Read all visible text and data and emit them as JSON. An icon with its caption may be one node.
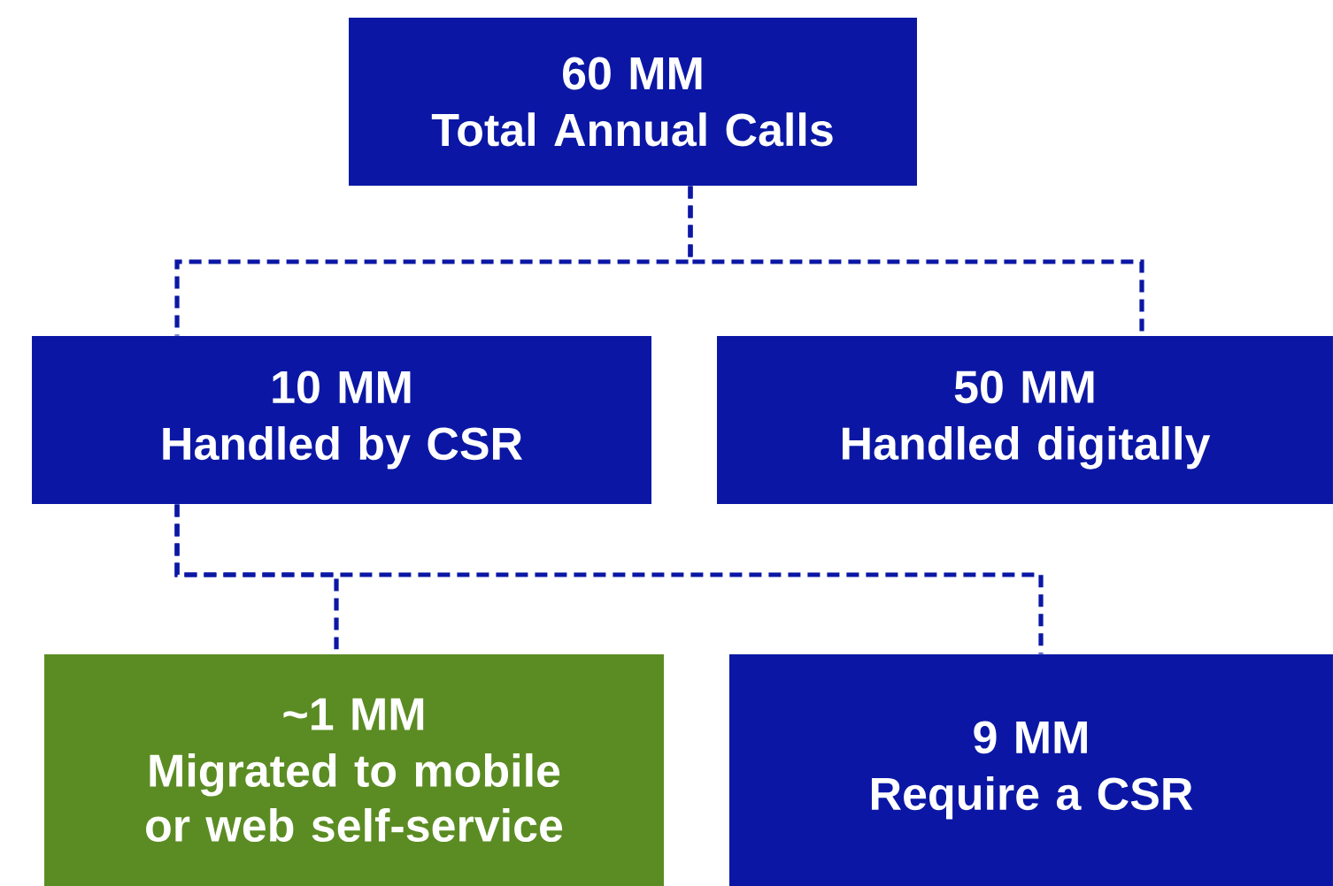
{
  "diagram": {
    "nodes": [
      {
        "text": [
          "60 MM",
          "Total Annual Calls"
        ]
      },
      {
        "text": [
          "10 MM",
          "Handled by CSR"
        ]
      },
      {
        "text": [
          "50 MM",
          "Handled digitally"
        ]
      },
      {
        "text": [
          "~1 MM",
          "Migrated to mobile or web self-service"
        ]
      },
      {
        "text": [
          "9 MM",
          "Require a CSR"
        ]
      }
    ],
    "edges": [
      {
        "from": 0,
        "to": 1,
        "arrow": "none",
        "style": "dashed"
      },
      {
        "from": 0,
        "to": 2,
        "arrow": "none",
        "style": "dashed"
      },
      {
        "from": 1,
        "to": 3,
        "arrow": "none",
        "style": "dashed"
      },
      {
        "from": 1,
        "to": 4,
        "arrow": "none",
        "style": "dashed"
      }
    ]
  }
}
